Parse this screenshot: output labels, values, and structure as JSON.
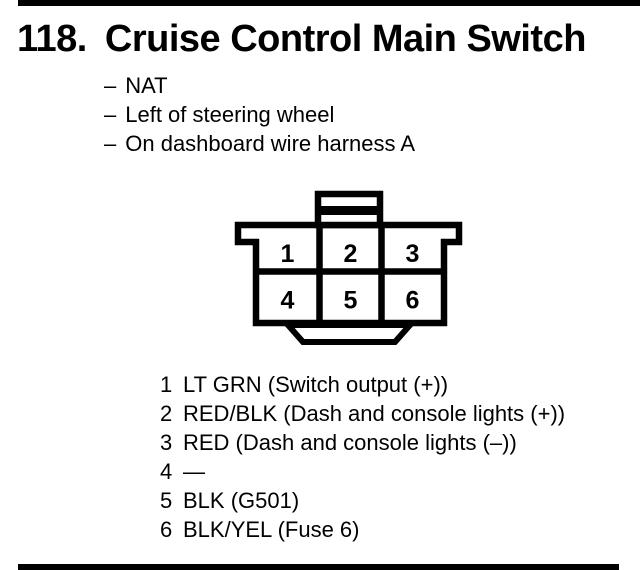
{
  "page": {
    "background": "#ffffff",
    "ink": "#000000"
  },
  "header": {
    "number": "118.",
    "title": "Cruise Control Main Switch"
  },
  "details": {
    "bullet": "–",
    "items": [
      "NAT",
      "Left of steering wheel",
      "On dashboard wire harness A"
    ]
  },
  "connector": {
    "description": "6-cavity connector, face view",
    "cells": [
      "1",
      "2",
      "3",
      "4",
      "5",
      "6"
    ]
  },
  "pins": [
    {
      "num": "1",
      "desc": "LT GRN (Switch output (+))"
    },
    {
      "num": "2",
      "desc": "RED/BLK (Dash and console lights (+))"
    },
    {
      "num": "3",
      "desc": "RED (Dash and console lights (–))"
    },
    {
      "num": "4",
      "desc": "—"
    },
    {
      "num": "5",
      "desc": "BLK (G501)"
    },
    {
      "num": "6",
      "desc": "BLK/YEL (Fuse 6)"
    }
  ]
}
